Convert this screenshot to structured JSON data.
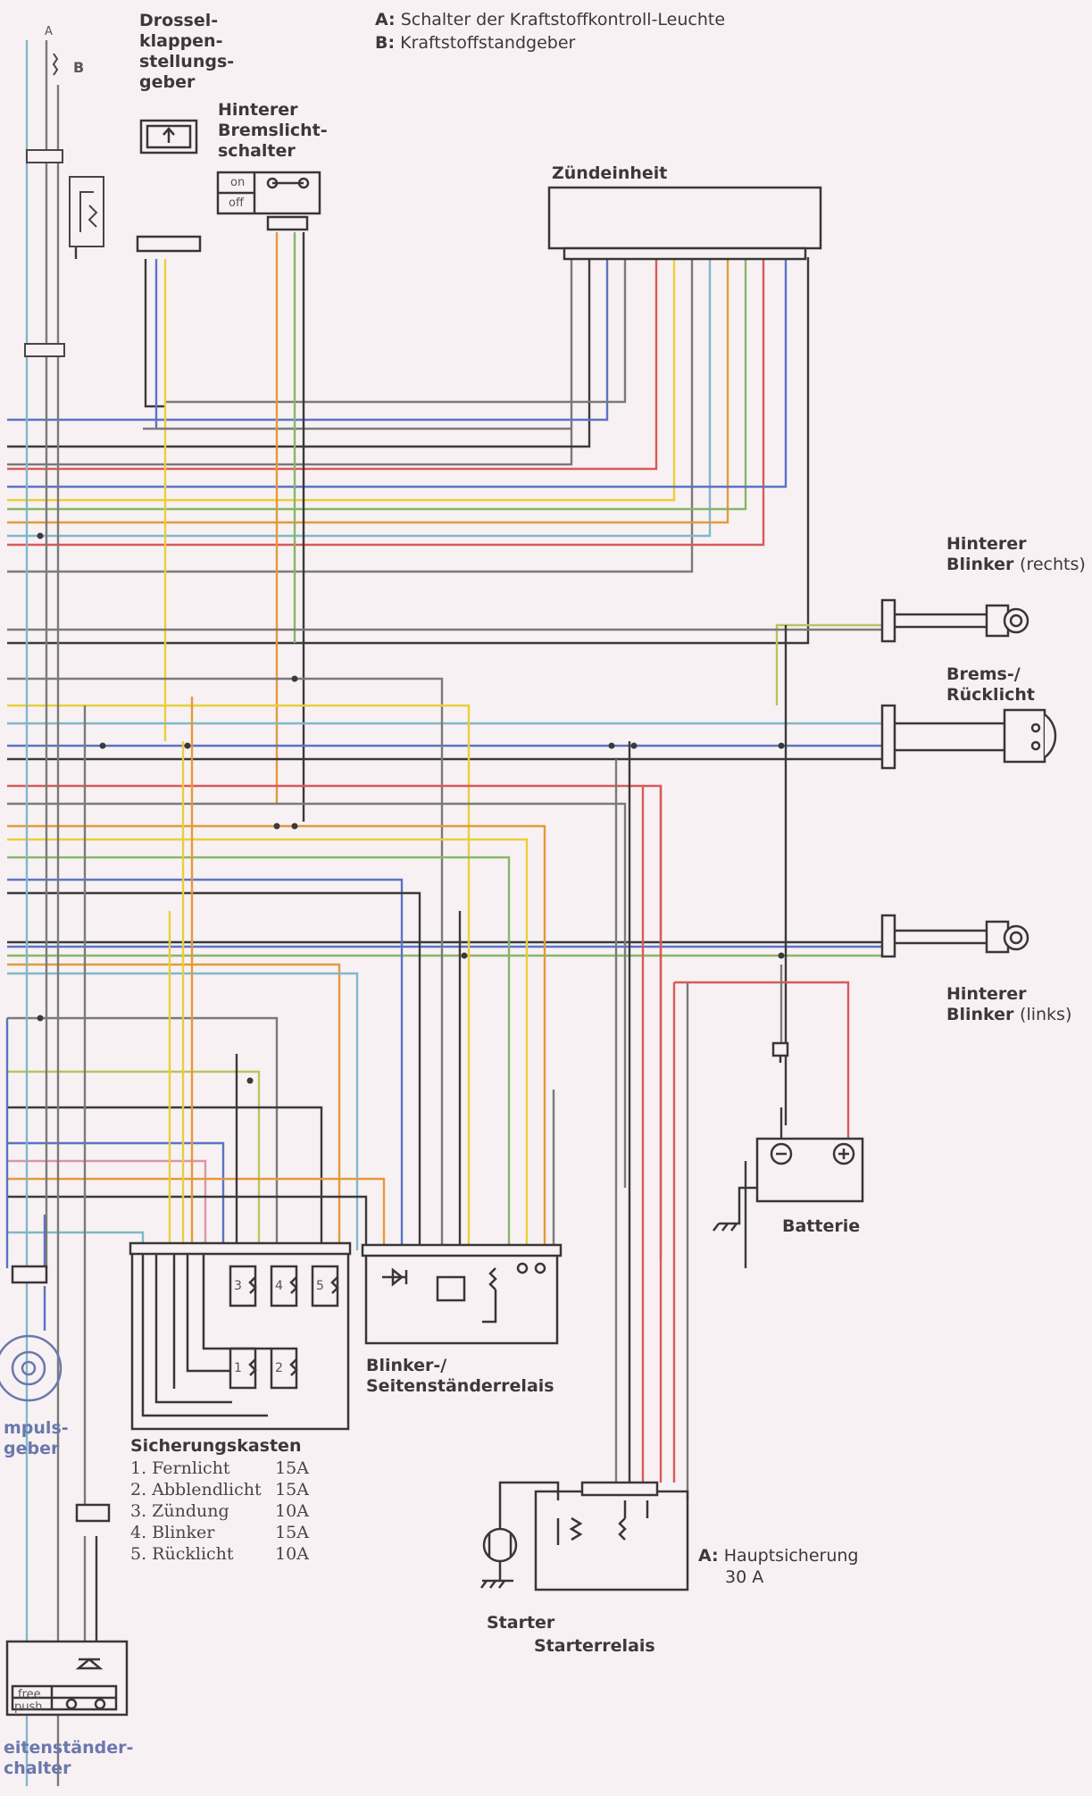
{
  "legend": {
    "a_key": "A:",
    "a_text": "Schalter der Kraftstoffkontroll-Leuchte",
    "b_key": "B:",
    "b_text": "Kraftstoffstandgeber",
    "a_marker": "A",
    "b_marker": "B"
  },
  "components": {
    "throttle_sensor": [
      "Drossel-",
      "klappen-",
      "stellungs-",
      "geber"
    ],
    "rear_brake_switch": [
      "Hinterer",
      "Bremslicht-",
      "schalter"
    ],
    "brake_switch_states": [
      "on",
      "off"
    ],
    "ignition_unit": "Zündeinheit",
    "rear_blinker_right": [
      "Hinterer",
      "Blinker",
      "(rechts)"
    ],
    "brake_tail_light": [
      "Brems-/",
      "Rücklicht"
    ],
    "rear_blinker_left": [
      "Hinterer",
      "Blinker",
      "(links)"
    ],
    "battery": "Batterie",
    "blinker_relay": [
      "Blinker-/",
      "Seitenständerrelais"
    ],
    "pulse_generator": [
      "mpuls-",
      "geber"
    ],
    "starter": "Starter",
    "starter_relay": "Starterrelais",
    "main_fuse_key": "A:",
    "main_fuse": [
      "Hauptsicherung",
      "30 A"
    ],
    "side_stand_switch": [
      "eitenständer-",
      "chalter"
    ],
    "side_stand_states": [
      "free",
      "push"
    ]
  },
  "fuse_box": {
    "title": "Sicherungskasten",
    "fuses": [
      {
        "name": "1. Fernlicht",
        "rating": "15A"
      },
      {
        "name": "2. Abblendlicht",
        "rating": "15A"
      },
      {
        "name": "3. Zündung",
        "rating": "10A"
      },
      {
        "name": "4. Blinker",
        "rating": "15A"
      },
      {
        "name": "5. Rücklicht",
        "rating": "10A"
      }
    ],
    "fuse_numbers": [
      "1",
      "2",
      "3",
      "4",
      "5"
    ]
  },
  "wire_colors": {
    "red": "#d85a5a",
    "grey": "#7a7a7a",
    "blue": "#5a73c4",
    "yellow": "#e8cf3a",
    "orange": "#e39a3a",
    "green": "#86b66a",
    "yellow_green": "#b9c460",
    "cyan": "#7fb8c8",
    "black": "#3a3a3a",
    "pink": "#d897a8"
  }
}
